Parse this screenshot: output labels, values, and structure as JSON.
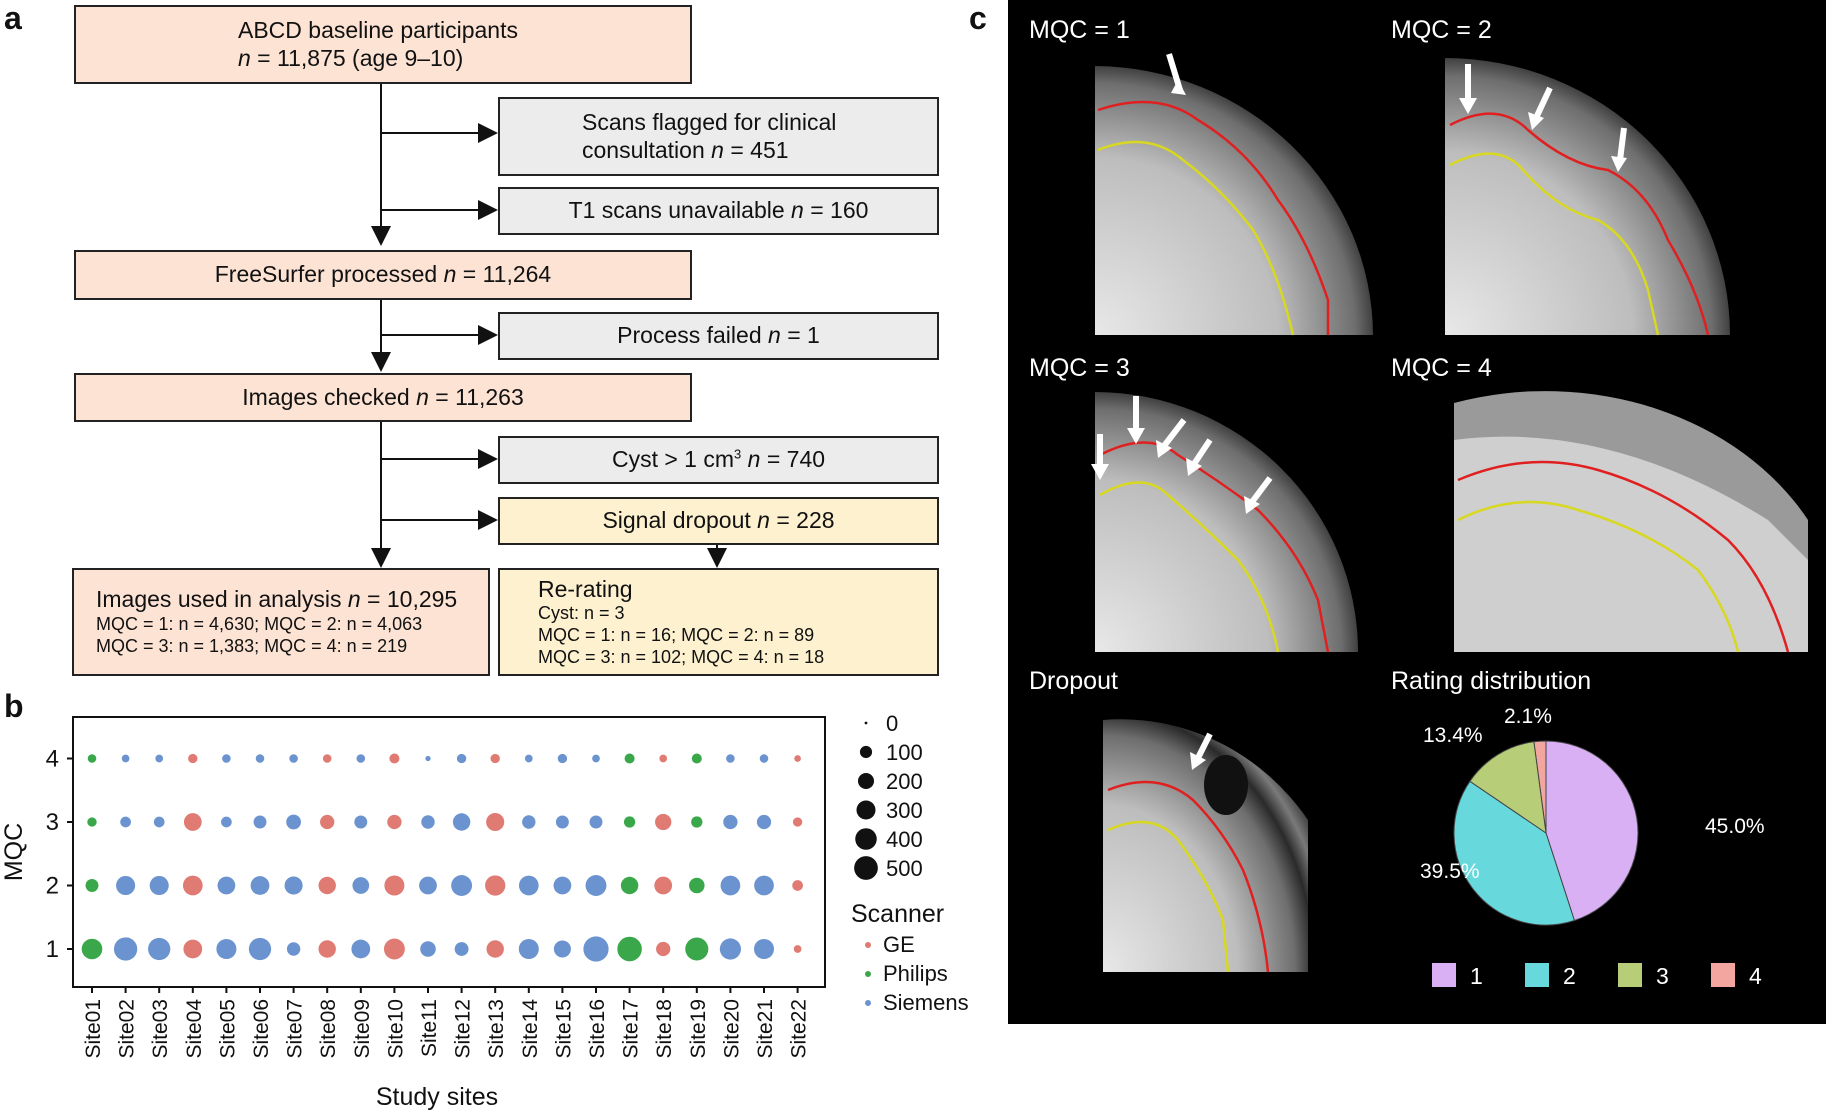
{
  "panels": {
    "a": "a",
    "b": "b",
    "c": "c"
  },
  "flow": {
    "baseline": {
      "line1": "ABCD baseline participants",
      "line2_n": "n",
      "line2_rest": " = 11,875 (age 9–10)"
    },
    "flagged": {
      "line1": "Scans flagged for clinical",
      "line2_text": "consultation ",
      "n": "n",
      "rest": " = 451"
    },
    "t1": {
      "text": "T1 scans unavailable ",
      "n": "n",
      "rest": " = 160"
    },
    "freesurfer": {
      "text": "FreeSurfer processed ",
      "n": "n",
      "rest": " = 11,264"
    },
    "failed": {
      "text": "Process failed ",
      "n": "n",
      "rest": " = 1"
    },
    "checked": {
      "text": "Images checked ",
      "n": "n",
      "rest": " = 11,263"
    },
    "cyst": {
      "text": "Cyst > 1 cm",
      "sup": "3",
      "n": "n",
      "rest": " = 740"
    },
    "dropout": {
      "text": "Signal dropout ",
      "n": "n",
      "rest": " = 228"
    },
    "used": {
      "title": "Images used in analysis ",
      "n": "n",
      "title_rest": " = 10,295",
      "row1": "MQC = 1: n = 4,630; MQC = 2: n = 4,063",
      "row2": "MQC = 3: n = 1,383; MQC = 4: n = 219"
    },
    "rerating": {
      "title": "Re-rating",
      "row1": "Cyst: n = 3",
      "row2": "MQC = 1: n = 16; MQC = 2: n = 89",
      "row3": "MQC = 3: n = 102; MQC = 4:  n = 18"
    }
  },
  "chart_data": [
    {
      "type": "scatter",
      "subtype": "dot-size-matrix",
      "xlabel": "Study sites",
      "ylabel": "MQC",
      "categories": [
        "Site01",
        "Site02",
        "Site03",
        "Site04",
        "Site05",
        "Site06",
        "Site07",
        "Site08",
        "Site09",
        "Site10",
        "Site11",
        "Site12",
        "Site13",
        "Site14",
        "Site15",
        "Site16",
        "Site17",
        "Site18",
        "Site19",
        "Site20",
        "Site21",
        "Site22"
      ],
      "y_levels": [
        1,
        2,
        3,
        4
      ],
      "scanner": [
        "Philips",
        "Siemens",
        "Siemens",
        "GE",
        "Siemens",
        "Siemens",
        "Siemens",
        "GE",
        "Siemens",
        "GE",
        "Siemens",
        "Siemens",
        "GE",
        "Siemens",
        "Siemens",
        "Siemens",
        "Philips",
        "GE",
        "Philips",
        "Siemens",
        "Siemens",
        "GE"
      ],
      "counts": {
        "1": [
          320,
          420,
          380,
          260,
          300,
          380,
          120,
          220,
          260,
          330,
          170,
          130,
          220,
          300,
          210,
          500,
          470,
          140,
          410,
          340,
          300,
          30
        ],
        "2": [
          110,
          270,
          270,
          290,
          230,
          260,
          240,
          220,
          200,
          300,
          230,
          330,
          310,
          290,
          230,
          330,
          220,
          230,
          170,
          290,
          290,
          70
        ],
        "3": [
          50,
          70,
          70,
          230,
          70,
          110,
          150,
          140,
          110,
          140,
          120,
          220,
          240,
          120,
          110,
          110,
          80,
          190,
          80,
          140,
          140,
          50
        ],
        "4": [
          40,
          30,
          30,
          50,
          40,
          40,
          40,
          40,
          40,
          60,
          10,
          50,
          50,
          30,
          50,
          30,
          60,
          30,
          60,
          40,
          40,
          20
        ]
      },
      "size_legend": {
        "values": [
          0,
          100,
          200,
          300,
          400,
          500
        ],
        "labels": [
          "0",
          "100",
          "200",
          "300",
          "400",
          "500"
        ]
      },
      "color_legend": {
        "title": "Scanner",
        "entries": [
          {
            "name": "GE",
            "color": "#e07b74"
          },
          {
            "name": "Philips",
            "color": "#3aa84a"
          },
          {
            "name": "Siemens",
            "color": "#6a93cf"
          }
        ]
      },
      "grid": false
    },
    {
      "type": "pie",
      "title": "Rating distribution",
      "slices": [
        {
          "label": "1",
          "value": 45.0,
          "text": "45.0%",
          "color": "#d9b0f4"
        },
        {
          "label": "2",
          "value": 39.5,
          "text": "39.5%",
          "color": "#67d8dc"
        },
        {
          "label": "3",
          "value": 13.4,
          "text": "13.4%",
          "color": "#b7cd78"
        },
        {
          "label": "4",
          "value": 2.1,
          "text": "2.1%",
          "color": "#f3a6a0"
        }
      ],
      "legend_placement": "bottom"
    }
  ],
  "panel_c": {
    "labels": [
      "MQC = 1",
      "MQC = 2",
      "MQC = 3",
      "MQC = 4",
      "Dropout"
    ]
  }
}
